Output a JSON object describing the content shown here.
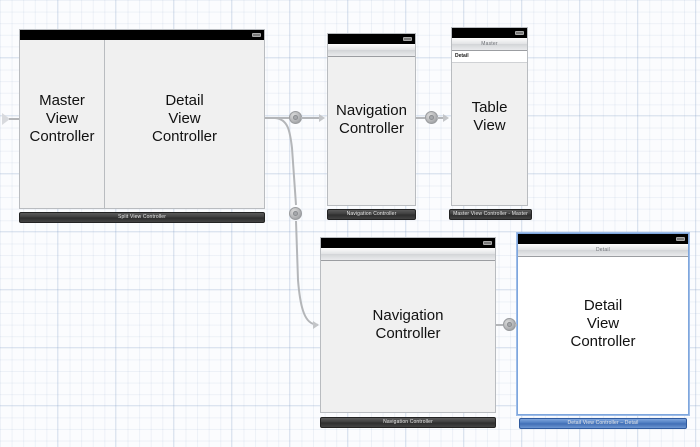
{
  "canvas": {
    "title": "Storyboard Canvas",
    "grid_color": "#c2d0e6",
    "background": "#fbfcfe",
    "selection_color": "#4877bd"
  },
  "scenes": [
    {
      "id": "split-view-controller",
      "dock_label": "Split View Controller",
      "master_caption": "Master\nView\nController",
      "master_lines": [
        "Master",
        "View",
        "Controller"
      ],
      "detail_lines": [
        "Detail",
        "View",
        "Controller"
      ],
      "selected": false
    },
    {
      "id": "navigation-controller-top",
      "dock_label": "Navigation Controller",
      "caption_lines": [
        "Navigation",
        "Controller"
      ],
      "selected": false
    },
    {
      "id": "master-view-controller",
      "dock_label": "Master View Controller - Master",
      "navbar_title": "Master",
      "cell_label": "Detail",
      "caption_lines": [
        "Table",
        "View"
      ],
      "selected": false
    },
    {
      "id": "navigation-controller-bottom",
      "dock_label": "Navigation Controller",
      "caption_lines": [
        "Navigation",
        "Controller"
      ],
      "selected": false
    },
    {
      "id": "detail-view-controller",
      "dock_label": "Detail View Controller – Detail",
      "navbar_title": "Detail",
      "caption_lines": [
        "Detail",
        "View",
        "Controller"
      ],
      "selected": true
    }
  ],
  "connections": [
    {
      "id": "entry-point",
      "kind": "initial-view-controller-arrow"
    },
    {
      "id": "split-to-nav-top",
      "kind": "relationship-segue-master"
    },
    {
      "id": "split-to-nav-bottom",
      "kind": "relationship-segue-detail"
    },
    {
      "id": "nav-top-to-table",
      "kind": "root-view-controller-segue"
    },
    {
      "id": "nav-bottom-to-detail",
      "kind": "root-view-controller-segue"
    }
  ]
}
